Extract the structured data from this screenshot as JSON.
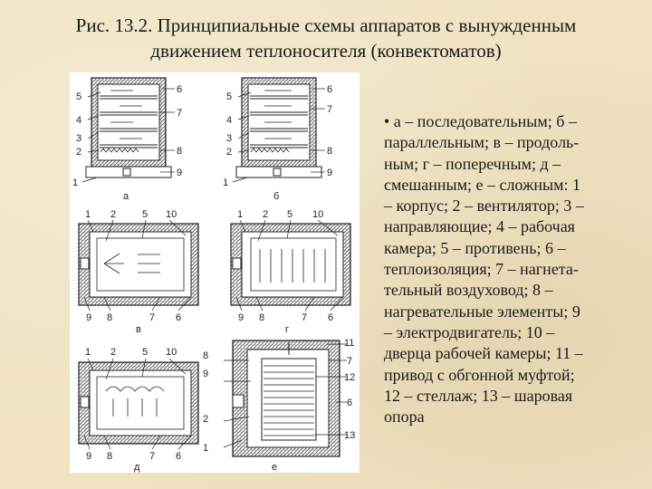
{
  "title_line1": "Рис. 13.2. Принципиальные схемы аппаратов с вынужденным",
  "title_line2": "движением теплоносителя (конвектоматов)",
  "caption_lines": [
    "• а – последовательным; б –",
    "параллельным; в – продоль-",
    "ным; г – поперечным; д –",
    "смешанным; е – сложным: 1",
    "– корпус; 2 – вентилятор; 3 –",
    "направляющие; 4 – рабочая",
    "камера; 5 – противень; 6 –",
    "теплоизоляция; 7 – нагнета-",
    "тельный воздуховод; 8 –",
    "нагревательные элементы; 9",
    "– электродвигатель; 10 –",
    "дверца рабочей камеры; 11 –",
    "привод с обгонной муфтой;",
    "12 – стеллаж; 13 – шаровая",
    "опора"
  ],
  "diagram_a": {
    "letter": "а",
    "labels": {
      "l5": "5",
      "l4": "4",
      "l3": "3",
      "l2": "2",
      "l1": "1",
      "l6": "6",
      "l7": "7",
      "l8": "8",
      "l9": "9"
    }
  },
  "diagram_b": {
    "letter": "б",
    "labels": {
      "l5": "5",
      "l4": "4",
      "l3": "3",
      "l2": "2",
      "l1": "1",
      "l6": "6",
      "l7": "7",
      "l8": "8",
      "l9": "9"
    }
  },
  "diagram_v": {
    "letter": "в",
    "top_labels": [
      "1",
      "2",
      "5",
      "10"
    ],
    "bottom_labels": [
      "9",
      "8",
      "7",
      "6"
    ]
  },
  "diagram_g": {
    "letter": "г",
    "top_labels": [
      "1",
      "2",
      "5",
      "10"
    ],
    "bottom_labels": [
      "9",
      "8",
      "7",
      "6"
    ]
  },
  "diagram_d": {
    "letter": "д",
    "top_labels": [
      "1",
      "2",
      "5",
      "10"
    ],
    "bottom_labels": [
      "9",
      "8",
      "7",
      "6"
    ]
  },
  "diagram_e": {
    "letter": "е",
    "left_labels": [
      "8",
      "9",
      "2",
      "1"
    ],
    "right_labels": [
      "11",
      "7",
      "12",
      "6",
      "13"
    ]
  }
}
